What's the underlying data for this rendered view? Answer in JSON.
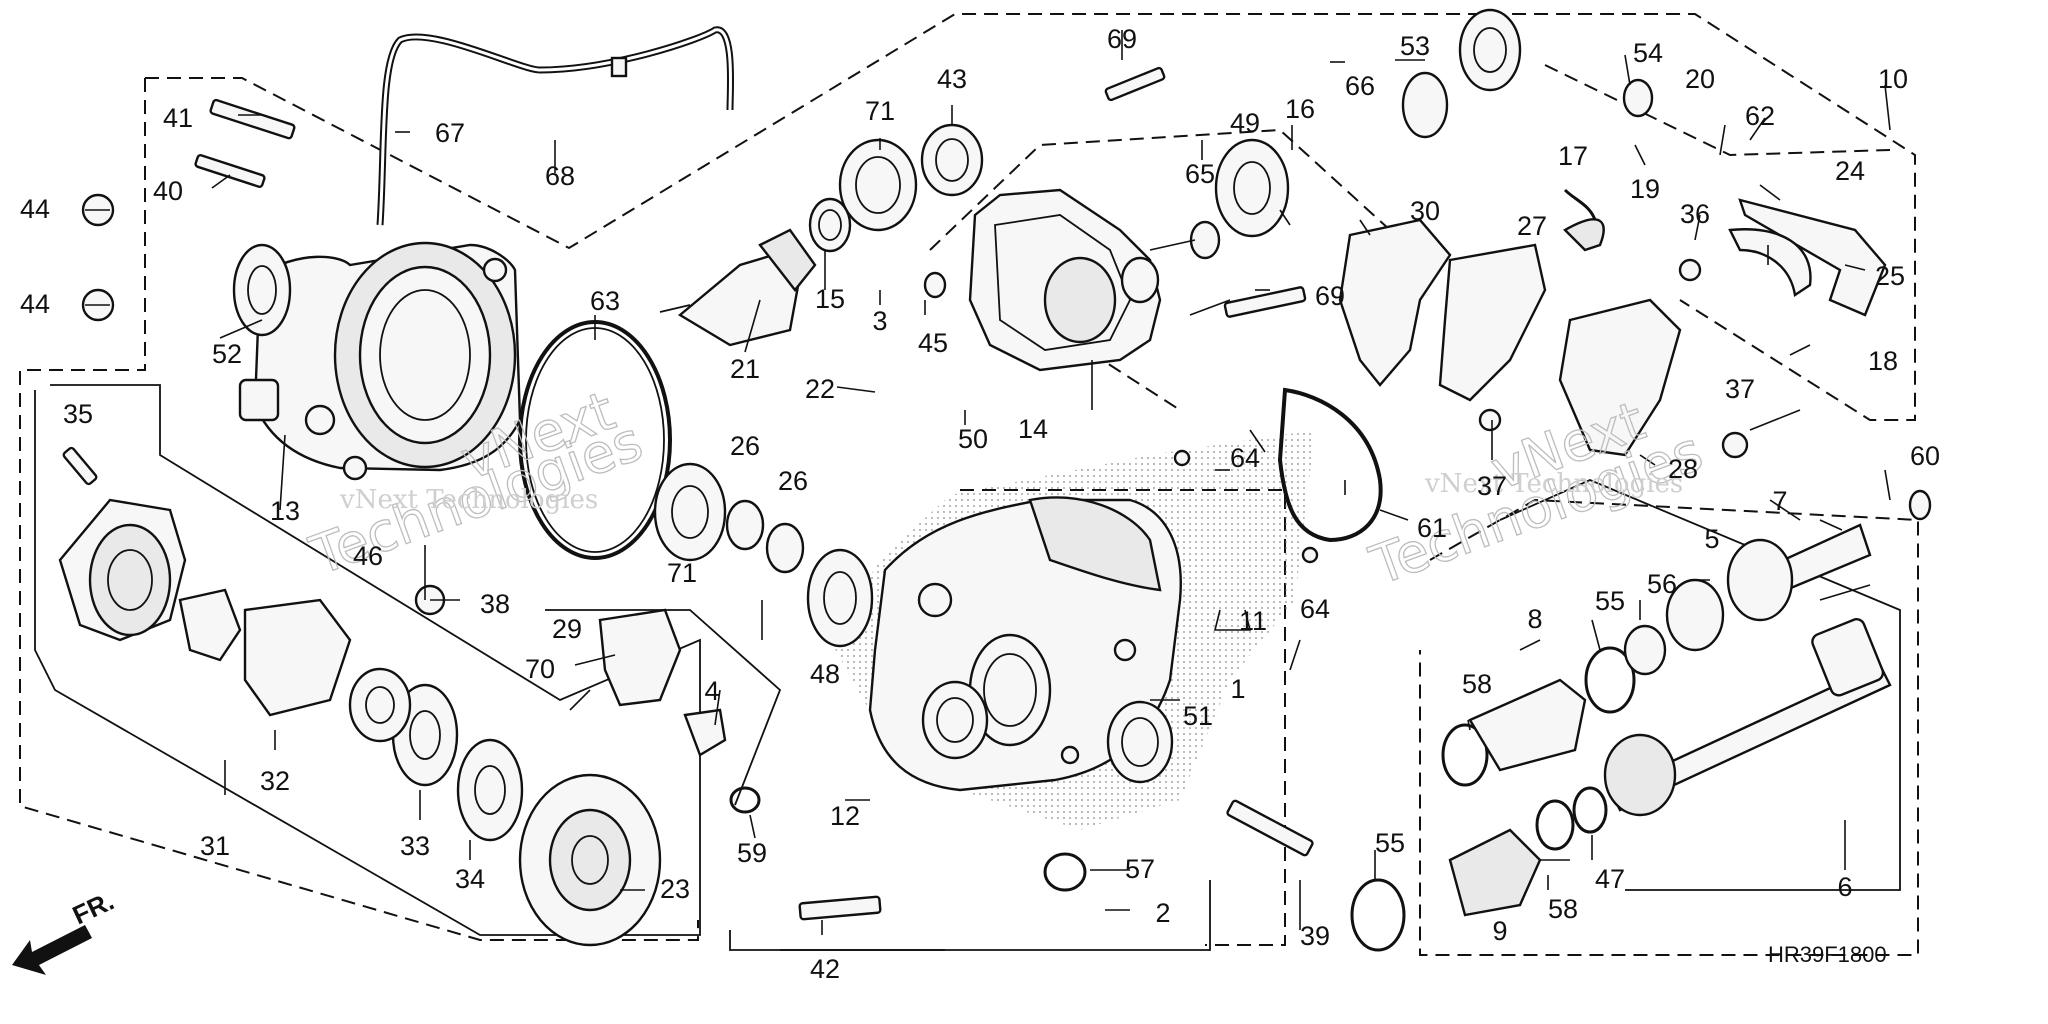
{
  "diagram": {
    "code": "HR39F1800",
    "direction_label": "FR.",
    "watermark": {
      "brand": "vNext",
      "line_left": "vNext Technologies",
      "line_right": "vNext Technologies",
      "word": "Technologies"
    }
  },
  "callouts": {
    "c1": "1",
    "c2": "2",
    "c3": "3",
    "c4": "4",
    "c5": "5",
    "c6": "6",
    "c7": "7",
    "c8": "8",
    "c9": "9",
    "c10": "10",
    "c11": "11",
    "c12": "12",
    "c13": "13",
    "c14": "14",
    "c15": "15",
    "c16": "16",
    "c17": "17",
    "c18": "18",
    "c19": "19",
    "c20": "20",
    "c21": "21",
    "c22": "22",
    "c23": "23",
    "c24": "24",
    "c25": "25",
    "c26": "26",
    "c26b": "26",
    "c27": "27",
    "c28": "28",
    "c29": "29",
    "c30": "30",
    "c31": "31",
    "c32": "32",
    "c33": "33",
    "c34": "34",
    "c35": "35",
    "c36": "36",
    "c37": "37",
    "c37b": "37",
    "c38": "38",
    "c39": "39",
    "c40": "40",
    "c41": "41",
    "c42": "42",
    "c43": "43",
    "c44": "44",
    "c44b": "44",
    "c45": "45",
    "c46": "46",
    "c47": "47",
    "c48": "48",
    "c49": "49",
    "c50": "50",
    "c51": "51",
    "c52": "52",
    "c53": "53",
    "c54": "54",
    "c55": "55",
    "c55b": "55",
    "c56": "56",
    "c57": "57",
    "c58": "58",
    "c58b": "58",
    "c59": "59",
    "c60": "60",
    "c61": "61",
    "c62": "62",
    "c63": "63",
    "c64": "64",
    "c64b": "64",
    "c65": "65",
    "c66": "66",
    "c67": "67",
    "c68": "68",
    "c69": "69",
    "c69b": "69",
    "c70": "70",
    "c71": "71",
    "c71b": "71"
  }
}
